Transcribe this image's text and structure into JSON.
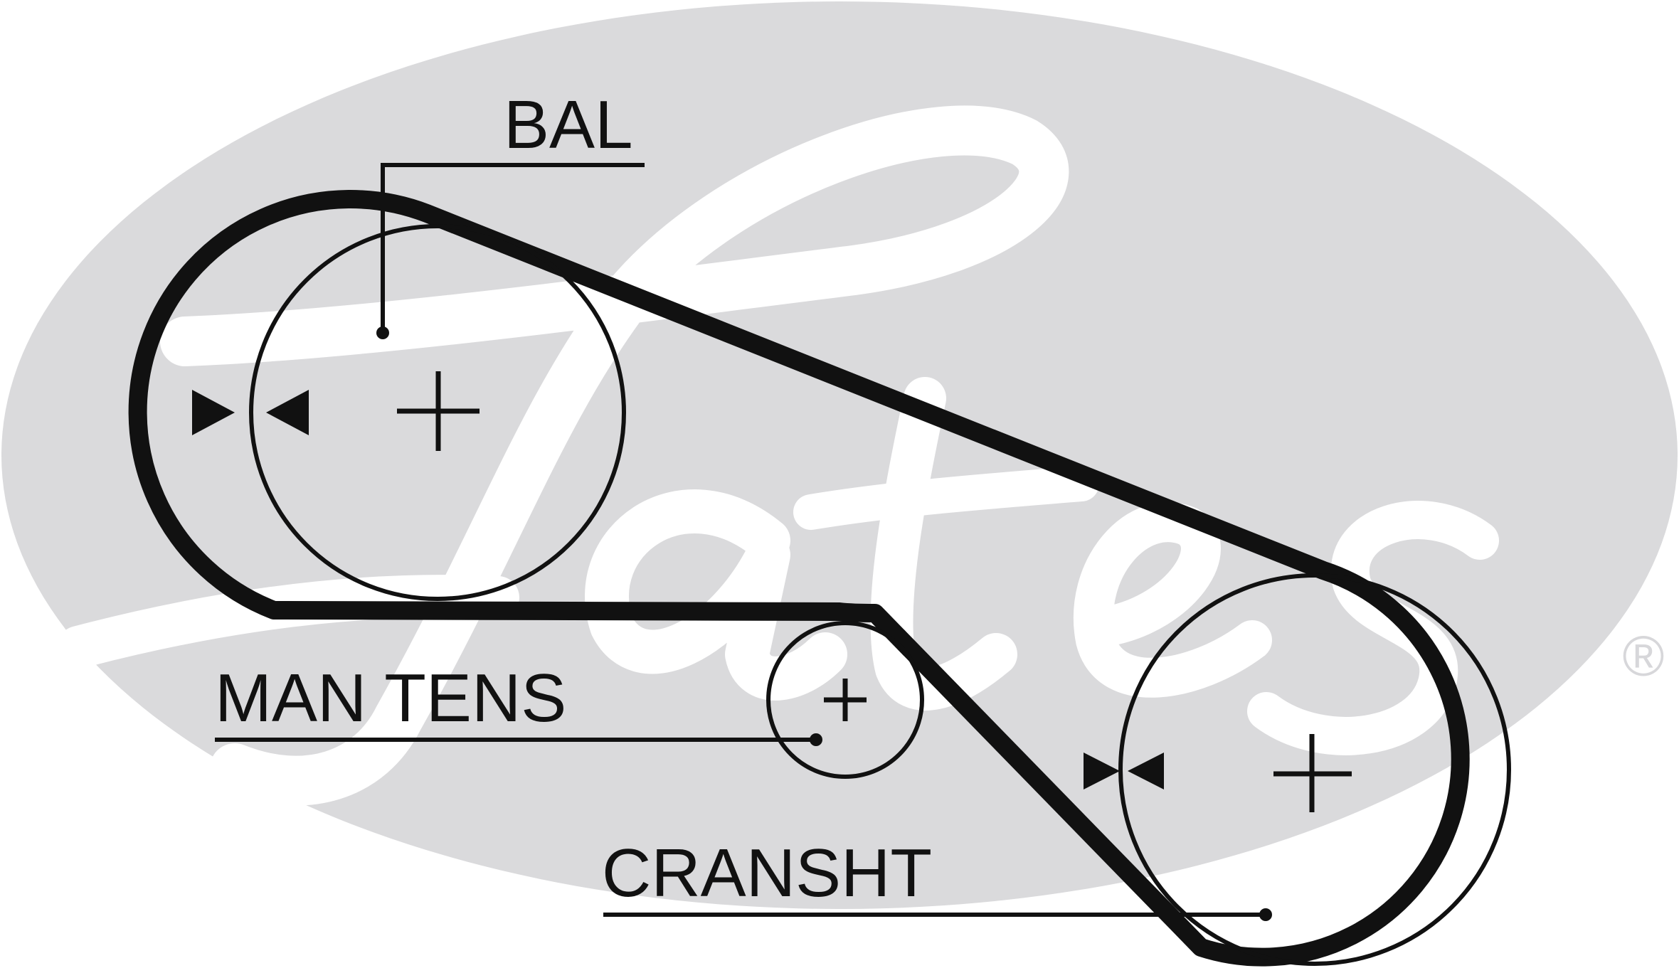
{
  "colors": {
    "background": "#ffffff",
    "watermark": "#dadadc",
    "line": "#111111"
  },
  "watermark": {
    "brand": "Gates",
    "registered_mark": "®"
  },
  "labels": {
    "balance_shaft": "BAL",
    "manual_tensioner": "MAN TENS",
    "crankshaft": "CRANSHT"
  },
  "pulleys": [
    {
      "id": "balance-shaft-pulley",
      "label_ref": "labels.balance_shaft"
    },
    {
      "id": "manual-tensioner-pulley",
      "label_ref": "labels.manual_tensioner"
    },
    {
      "id": "crankshaft-pulley",
      "label_ref": "labels.crankshaft"
    }
  ],
  "tension_check_points": 2
}
